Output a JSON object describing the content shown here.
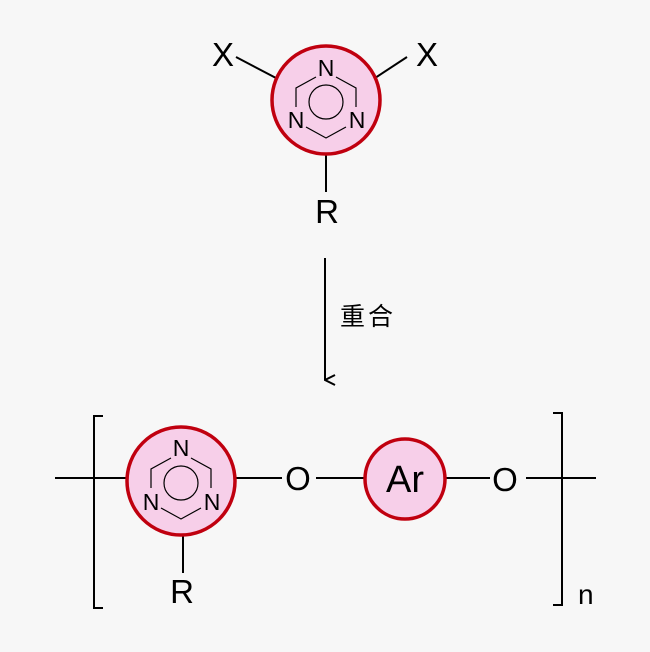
{
  "monomer": {
    "x_left": "X",
    "x_right": "X",
    "r": "R",
    "ring_atoms": [
      "N",
      "N",
      "N"
    ]
  },
  "arrow_label": "重合",
  "polymer": {
    "ring_atoms": [
      "N",
      "N",
      "N"
    ],
    "r": "R",
    "oxygen_left": "O",
    "oxygen_right": "O",
    "aryl": "Ar",
    "repeat_subscript": "n"
  },
  "colors": {
    "ring_fill": "#f7cfe9",
    "ring_stroke": "#c0000f",
    "background": "#f7f7f7"
  }
}
